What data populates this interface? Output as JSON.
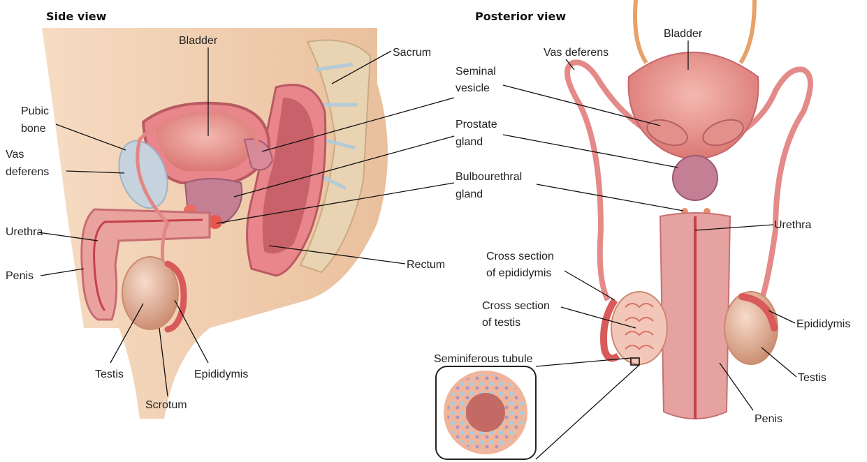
{
  "side_view": {
    "title": "Side view",
    "labels": {
      "bladder": "Bladder",
      "sacrum": "Sacrum",
      "seminal_vesicle": [
        "Seminal",
        "vesicle"
      ],
      "pubic_bone": [
        "Pubic",
        "bone"
      ],
      "vas_deferens": [
        "Vas",
        "deferens"
      ],
      "prostate_gland": [
        "Prostate",
        "gland"
      ],
      "bulbourethral_gland": [
        "Bulbourethral",
        "gland"
      ],
      "urethra": "Urethra",
      "rectum": "Rectum",
      "penis": "Penis",
      "testis": "Testis",
      "epididymis": "Epididymis",
      "scrotum": "Scrotum"
    }
  },
  "posterior_view": {
    "title": "Posterior view",
    "labels": {
      "bladder": "Bladder",
      "vas_deferens": "Vas deferens",
      "urethra": "Urethra",
      "cross_section_epididymis": [
        "Cross section",
        "of epididymis"
      ],
      "cross_section_testis": [
        "Cross section",
        "of testis"
      ],
      "seminiferous_tubule": "Seminiferous tubule",
      "epididymis": "Epididymis",
      "testis": "Testis",
      "penis": "Penis"
    }
  },
  "colors": {
    "skin": "#f3d2b4",
    "organ_pink": "#e8868b",
    "organ_dark": "#b95a63",
    "prostate": "#c57f95",
    "pubic_bone": "#c6d3de",
    "bone_beige": "#e8d3b3",
    "testis": "#e8b79b",
    "tubule_blue": "#9fd0e8"
  }
}
